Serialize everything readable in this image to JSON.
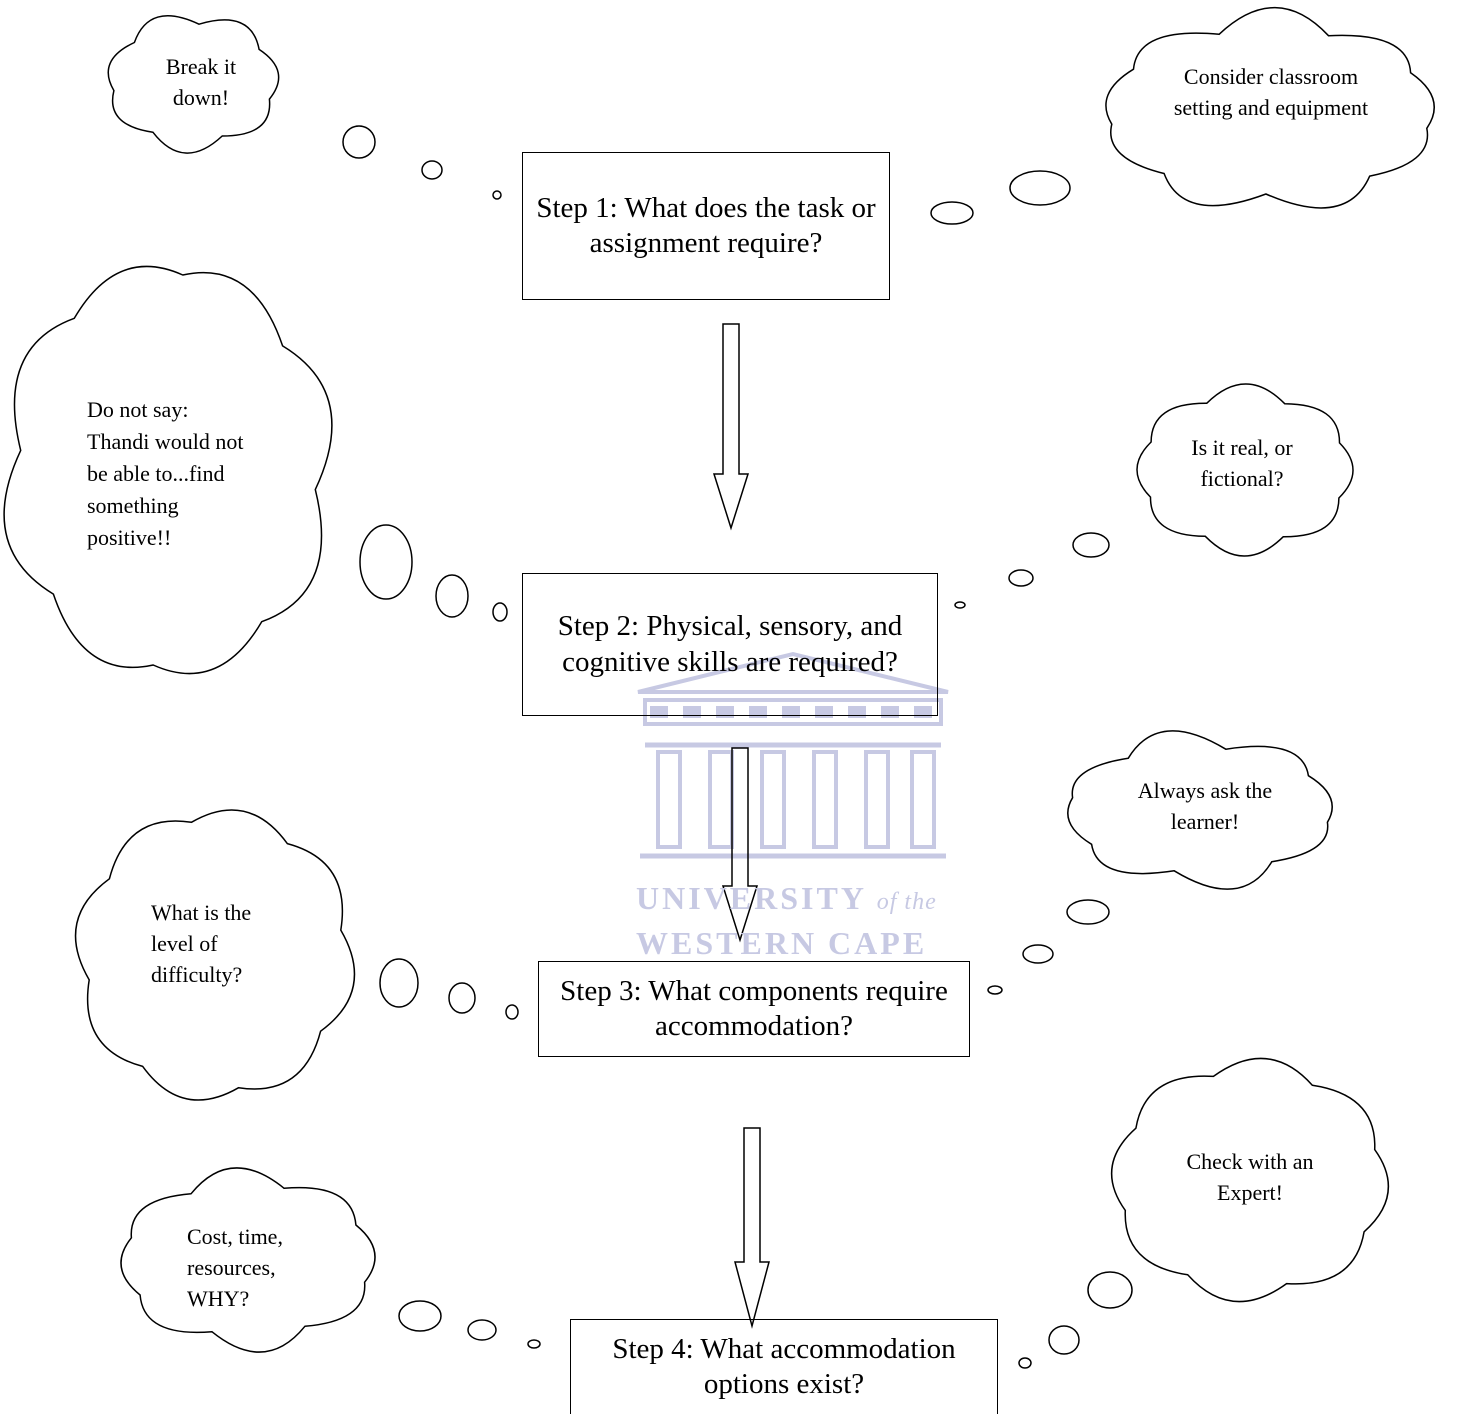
{
  "watermark": {
    "line1": "UNIVERSITY",
    "line1_suffix": "of the",
    "line2": "WESTERN CAPE",
    "color": "#c7c9e3"
  },
  "steps": [
    {
      "id": "step1",
      "text": "Step 1: What does the task or assignment require?"
    },
    {
      "id": "step2",
      "text": "Step 2: Physical, sensory, and cognitive skills are required?"
    },
    {
      "id": "step3",
      "text": "Step 3: What components require accommodation?"
    },
    {
      "id": "step4",
      "text": "Step 4: What accommodation options exist?"
    }
  ],
  "thoughts": [
    {
      "id": "break-it-down",
      "text": "Break it down!"
    },
    {
      "id": "classroom",
      "text": "Consider classroom setting and equipment"
    },
    {
      "id": "do-not-say",
      "text": "Do not say: Thandi would not be able to...find something positive!!"
    },
    {
      "id": "real-or-fictional",
      "text": "Is it real, or fictional?"
    },
    {
      "id": "level-of-difficulty",
      "text": "What is the level of difficulty?"
    },
    {
      "id": "ask-learner",
      "text": "Always ask the learner!"
    },
    {
      "id": "cost-time",
      "text": "Cost, time, resources, WHY?"
    },
    {
      "id": "check-expert",
      "text": "Check with an Expert!"
    }
  ],
  "colors": {
    "line": "#000000",
    "background": "#ffffff",
    "watermark": "#c7c9e3"
  }
}
